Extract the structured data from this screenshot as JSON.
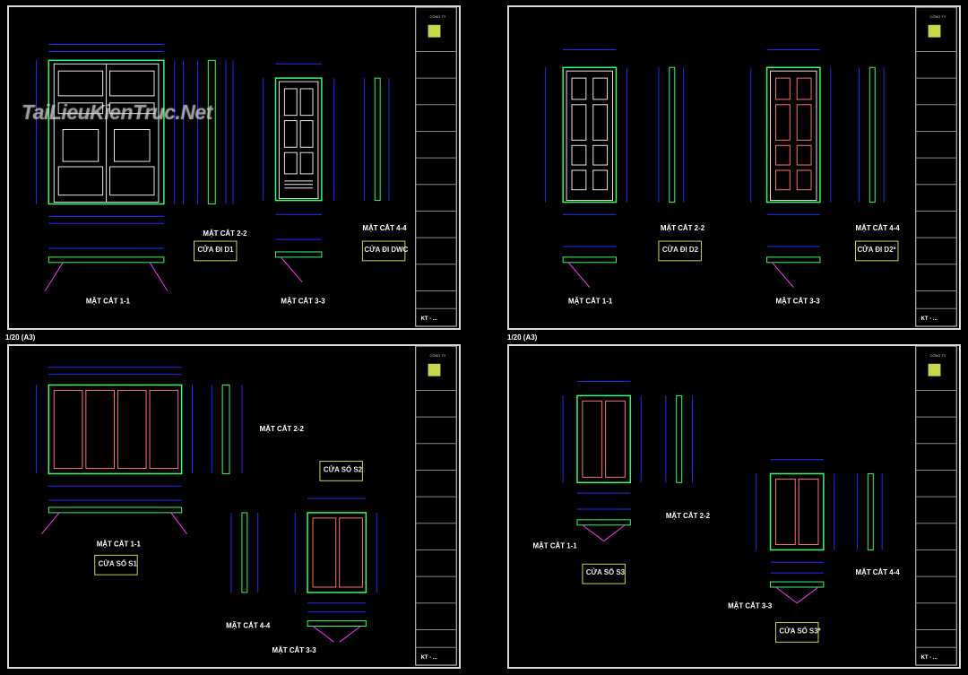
{
  "watermark": "TaiLieuKienTruc.Net",
  "scale_notes": [
    "1/20 (A3)",
    "1/20 (A3)"
  ],
  "sheets": [
    {
      "cuts": [
        "MẶT CẮT 1-1",
        "MẶT CẮT 2-2",
        "MẶT CẮT 3-3",
        "MẶT CẮT 4-4"
      ],
      "titles": [
        "CỬA ĐI D1",
        "CỬA ĐI DWC"
      ],
      "title_block": {
        "company": "CÔNG TY",
        "sheet_code": "KT - ..."
      }
    },
    {
      "cuts": [
        "MẶT CẮT 1-1",
        "MẶT CẮT 2-2",
        "MẶT CẮT 3-3",
        "MẶT CẮT 4-4"
      ],
      "titles": [
        "CỬA ĐI D2",
        "CỬA ĐI D2*"
      ],
      "title_block": {
        "company": "CÔNG TY",
        "sheet_code": "KT - ..."
      }
    },
    {
      "cuts": [
        "MẶT CẮT 1-1",
        "MẶT CẮT 2-2",
        "MẶT CẮT 3-3",
        "MẶT CẮT 4-4"
      ],
      "titles": [
        "CỬA SỔ S1",
        "CỬA SỔ S2"
      ],
      "title_block": {
        "company": "CÔNG TY",
        "sheet_code": "KT - ..."
      }
    },
    {
      "cuts": [
        "MẶT CẮT 1-1",
        "MẶT CẮT 2-2",
        "MẶT CẮT 3-3",
        "MẶT CẮT 4-4"
      ],
      "titles": [
        "CỬA SỔ S3",
        "CỬA SỔ S3*"
      ],
      "title_block": {
        "company": "CÔNG TY",
        "sheet_code": "KT - ..."
      }
    }
  ],
  "colors": {
    "frame": "#d8d8d8",
    "dim_line": "#2828ff",
    "door": "#e8e8e8",
    "hatch": "#ff7070",
    "section": "#33ff66",
    "magenta": "#ff33ff",
    "title_box": "#c8d84a"
  }
}
